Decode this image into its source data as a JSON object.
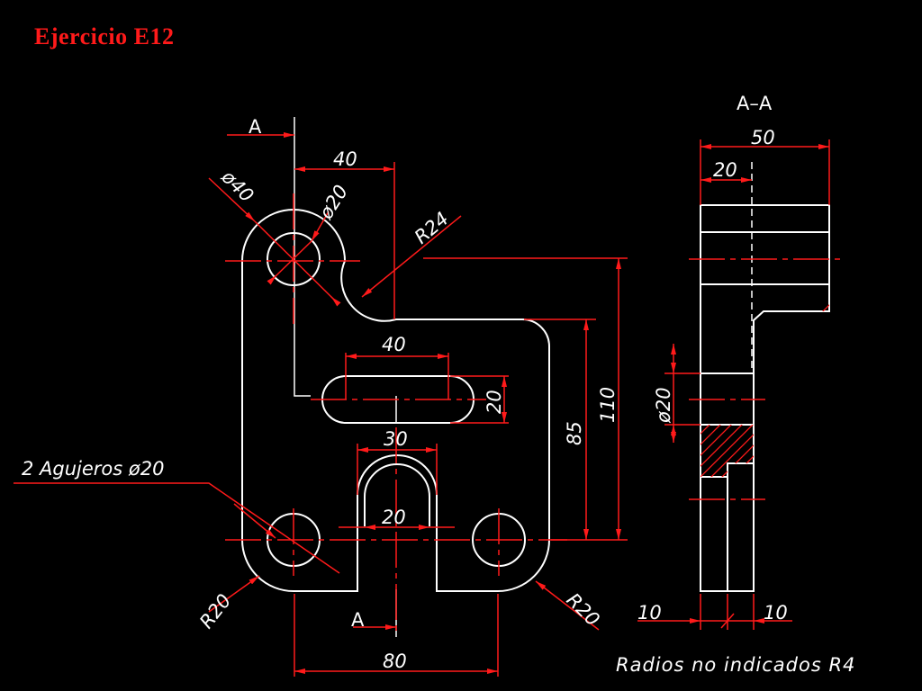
{
  "title": "Ejercicio E12",
  "section_label": "A–A",
  "cut_marker_label": "A",
  "note": "Radios no indicados R4",
  "holes_note": "2 Agujeros ø20",
  "colors": {
    "background": "#000000",
    "geometry": "#ffffff",
    "dimensions": "#ff1a1a"
  },
  "front_view_dimensions": {
    "top_width": "40",
    "large_circle_dia": "ø40",
    "small_circle_dia": "ø20",
    "fillet_radius": "R24",
    "slot_length": "40",
    "slot_width": "20",
    "u_slot_outer": "30",
    "u_slot_inner": "20",
    "height_85": "85",
    "height_110": "110",
    "bottom_left_radius": "R20",
    "bottom_right_radius": "R20",
    "overall_width": "80"
  },
  "section_view_dimensions": {
    "width_50": "50",
    "width_20": "20",
    "hole_dia": "ø20",
    "left_10": "10",
    "right_10": "10"
  }
}
